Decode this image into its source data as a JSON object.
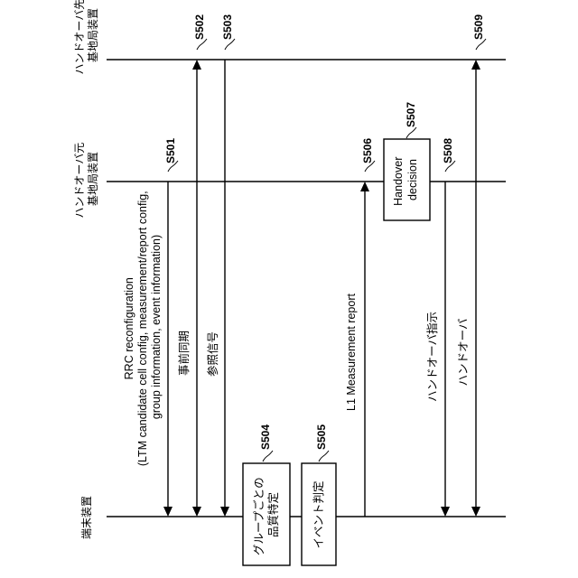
{
  "nodes": {
    "target": [
      "ハンドオーバ先",
      "基地局装置"
    ],
    "source": [
      "ハンドオーバ元",
      "基地局装置"
    ],
    "terminal": "端末装置"
  },
  "steps": {
    "s501": "S501",
    "s502": "S502",
    "s503": "S503",
    "s504": "S504",
    "s505": "S505",
    "s506": "S506",
    "s507": "S507",
    "s508": "S508",
    "s509": "S509"
  },
  "messages": {
    "rrc": [
      "RRC reconfiguration",
      "(LTM candidate cell config, measurement/report config,",
      "group information, event information)"
    ],
    "presync": "事前同期",
    "reference": "参照信号",
    "l1report": "L1 Measurement report",
    "ho_instruction": "ハンドオーバ指示",
    "handover": "ハンドオーバ"
  },
  "boxes": {
    "quality": [
      "グループごとの",
      "品質特定"
    ],
    "event": "イベント判定",
    "decision": [
      "Handover",
      "decision"
    ]
  }
}
